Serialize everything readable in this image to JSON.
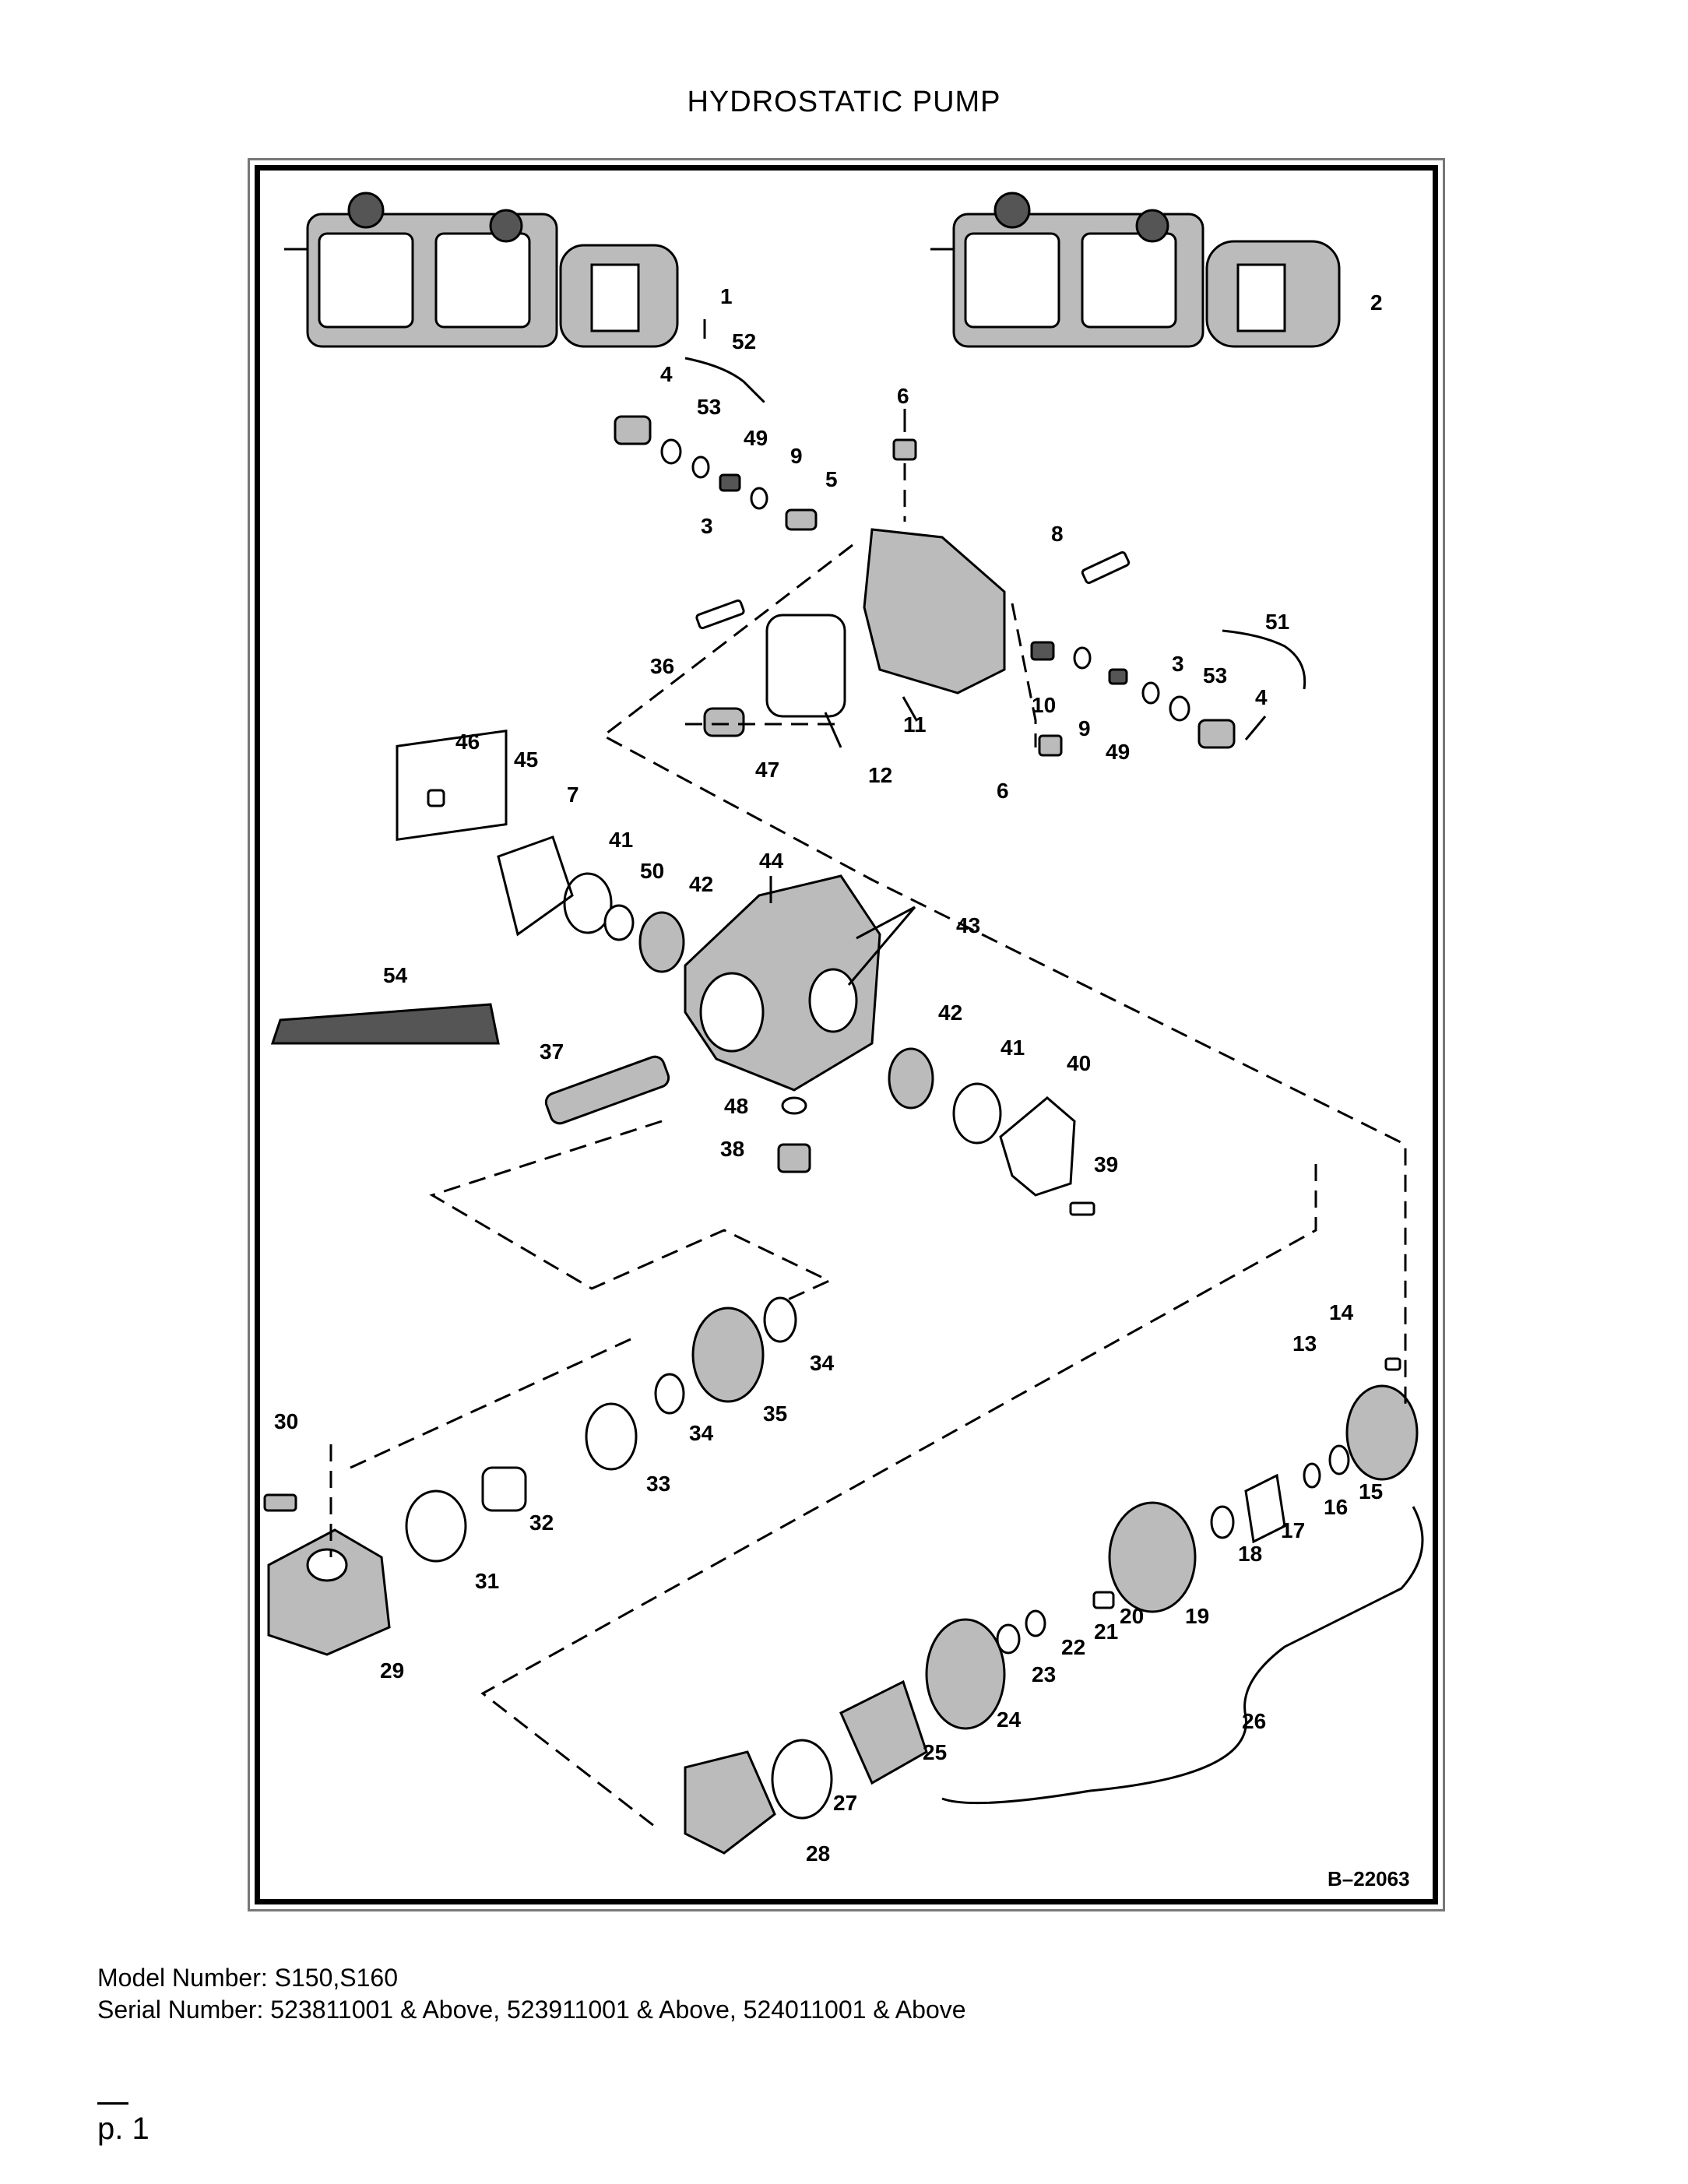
{
  "title": "HYDROSTATIC PUMP",
  "drawing_number": "B–22063",
  "callouts": [
    "1",
    "2",
    "52",
    "4",
    "53",
    "49",
    "9",
    "5",
    "3",
    "6",
    "8",
    "51",
    "36",
    "10",
    "3",
    "53",
    "4",
    "11",
    "9",
    "49",
    "47",
    "12",
    "6",
    "46",
    "45",
    "7",
    "41",
    "50",
    "42",
    "44",
    "43",
    "54",
    "37",
    "42",
    "41",
    "40",
    "48",
    "38",
    "39",
    "14",
    "13",
    "34",
    "35",
    "34",
    "30",
    "33",
    "15",
    "16",
    "17",
    "32",
    "18",
    "31",
    "20",
    "19",
    "21",
    "22",
    "29",
    "23",
    "24",
    "25",
    "26",
    "27",
    "28"
  ],
  "model_label": "Model Number:",
  "model_value": "S150,S160",
  "serial_label": "Serial Number:",
  "serial_value": "523811001 & Above, 523911001 & Above, 524011001 & Above",
  "page_number": "p. 1"
}
